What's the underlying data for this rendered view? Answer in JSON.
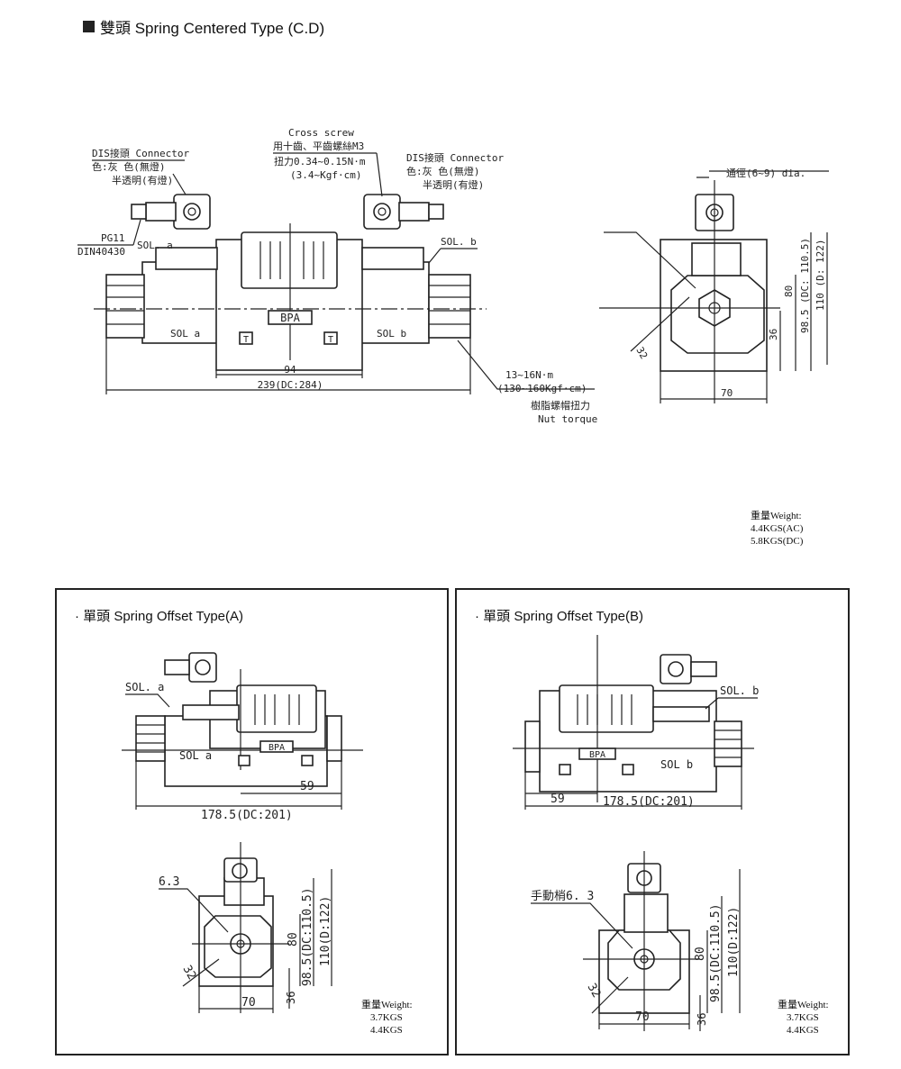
{
  "header": {
    "title": "雙頭 Spring Centered Type (C.D)"
  },
  "main_labels": {
    "dis_left": "DIS接頭 Connector",
    "color_left_1": "色:灰  色(無燈)",
    "color_left_2": "半透明(有燈)",
    "cross_screw": "Cross screw",
    "cross_screw_cn": "用十齒、平齒螺絲M3",
    "torque1": "扭力0.34~0.15N·m",
    "torque2": "(3.4~Kgf·cm)",
    "dis_right": "DIS接頭 Connector",
    "color_right_1": "色:灰  色(無燈)",
    "color_right_2": "半透明(有燈)",
    "pg11": "PG11",
    "din": "DIN40430",
    "sol_a_top": "SOL. a",
    "sol_b_top": "SOL. b",
    "sol_a": "SOL a",
    "sol_b": "SOL b",
    "logo": "BPA",
    "dim_94": "94",
    "dim_239": "239(DC:284)",
    "nut1": "13~16N·m",
    "nut2": "(130~160Kgf·cm)",
    "nut3": "樹脂螺帽扭力",
    "nut4": "Nut torque",
    "dia": "通徑(6~9) dia.",
    "dim_70": "70",
    "dim_36": "36",
    "dim_80": "80",
    "dim_985": "98.5 (DC: 110.5)",
    "dim_110": "110 (D: 122)",
    "dim_32": "32",
    "weight": [
      "重量Weight:",
      "4.4KGS(AC)",
      "5.8KGS(DC)"
    ]
  },
  "panel_a": {
    "title": "· 單頭  Spring Offset Type(A)",
    "sol_top": "SOL. a",
    "sol": "SOL  a",
    "logo": "BPA",
    "dim_59": "59",
    "dim_total": "178.5(DC:201)",
    "dim_63": "6.3",
    "dim_32": "32",
    "dim_70": "70",
    "dim_36": "36",
    "dim_80": "80",
    "dim_985": "98.5(DC:110.5)",
    "dim_110": "110(D:122)",
    "weight": [
      "重量Weight:",
      "3.7KGS",
      "4.4KGS"
    ]
  },
  "panel_b": {
    "title": "· 單頭  Spring Offset Type(B)",
    "sol_top": "SOL. b",
    "sol": "SOL  b",
    "logo": "BPA",
    "dim_59": "59",
    "dim_total": "178.5(DC:201)",
    "dim_63": "手動梢6. 3",
    "dim_32": "32",
    "dim_70": "70",
    "dim_36": "36",
    "dim_80": "80",
    "dim_985": "98.5(DC:110.5)",
    "dim_110": "110(D:122)",
    "weight": [
      "重量Weight:",
      "3.7KGS",
      "4.4KGS"
    ]
  }
}
